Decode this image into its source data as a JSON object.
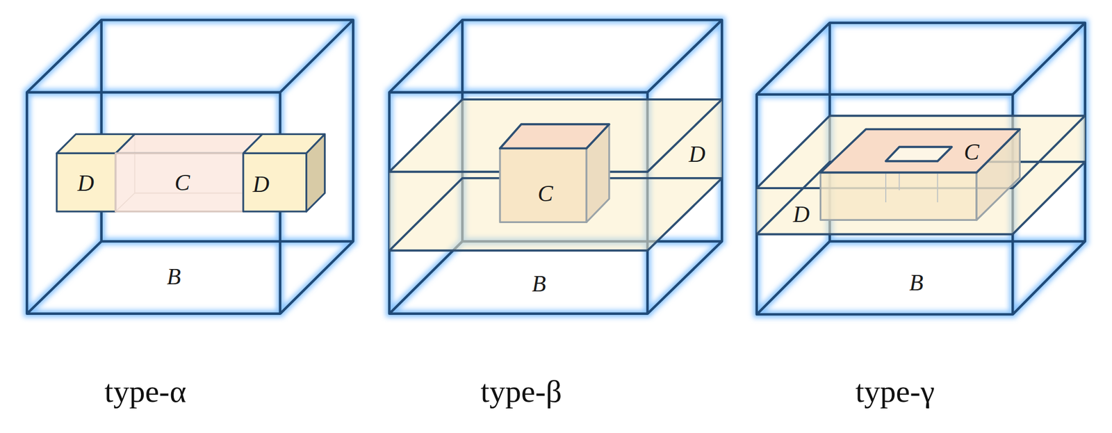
{
  "diagram": {
    "nodes": [
      {
        "text": [
          "B"
        ]
      },
      {
        "text": [
          "D"
        ],
        "in": 0
      },
      {
        "text": [
          "C"
        ],
        "in": 0
      },
      {
        "text": [
          "D"
        ],
        "in": 0
      },
      {
        "text": [
          "B"
        ]
      },
      {
        "text": [
          "D"
        ],
        "in": 4
      },
      {
        "text": [
          "C"
        ],
        "in": 5
      },
      {
        "text": [
          "B"
        ]
      },
      {
        "text": [
          "D"
        ],
        "in": 7
      },
      {
        "text": [
          "C"
        ],
        "in": 8
      }
    ],
    "labels": [
      "type-α",
      "type-β",
      "type-γ"
    ]
  }
}
